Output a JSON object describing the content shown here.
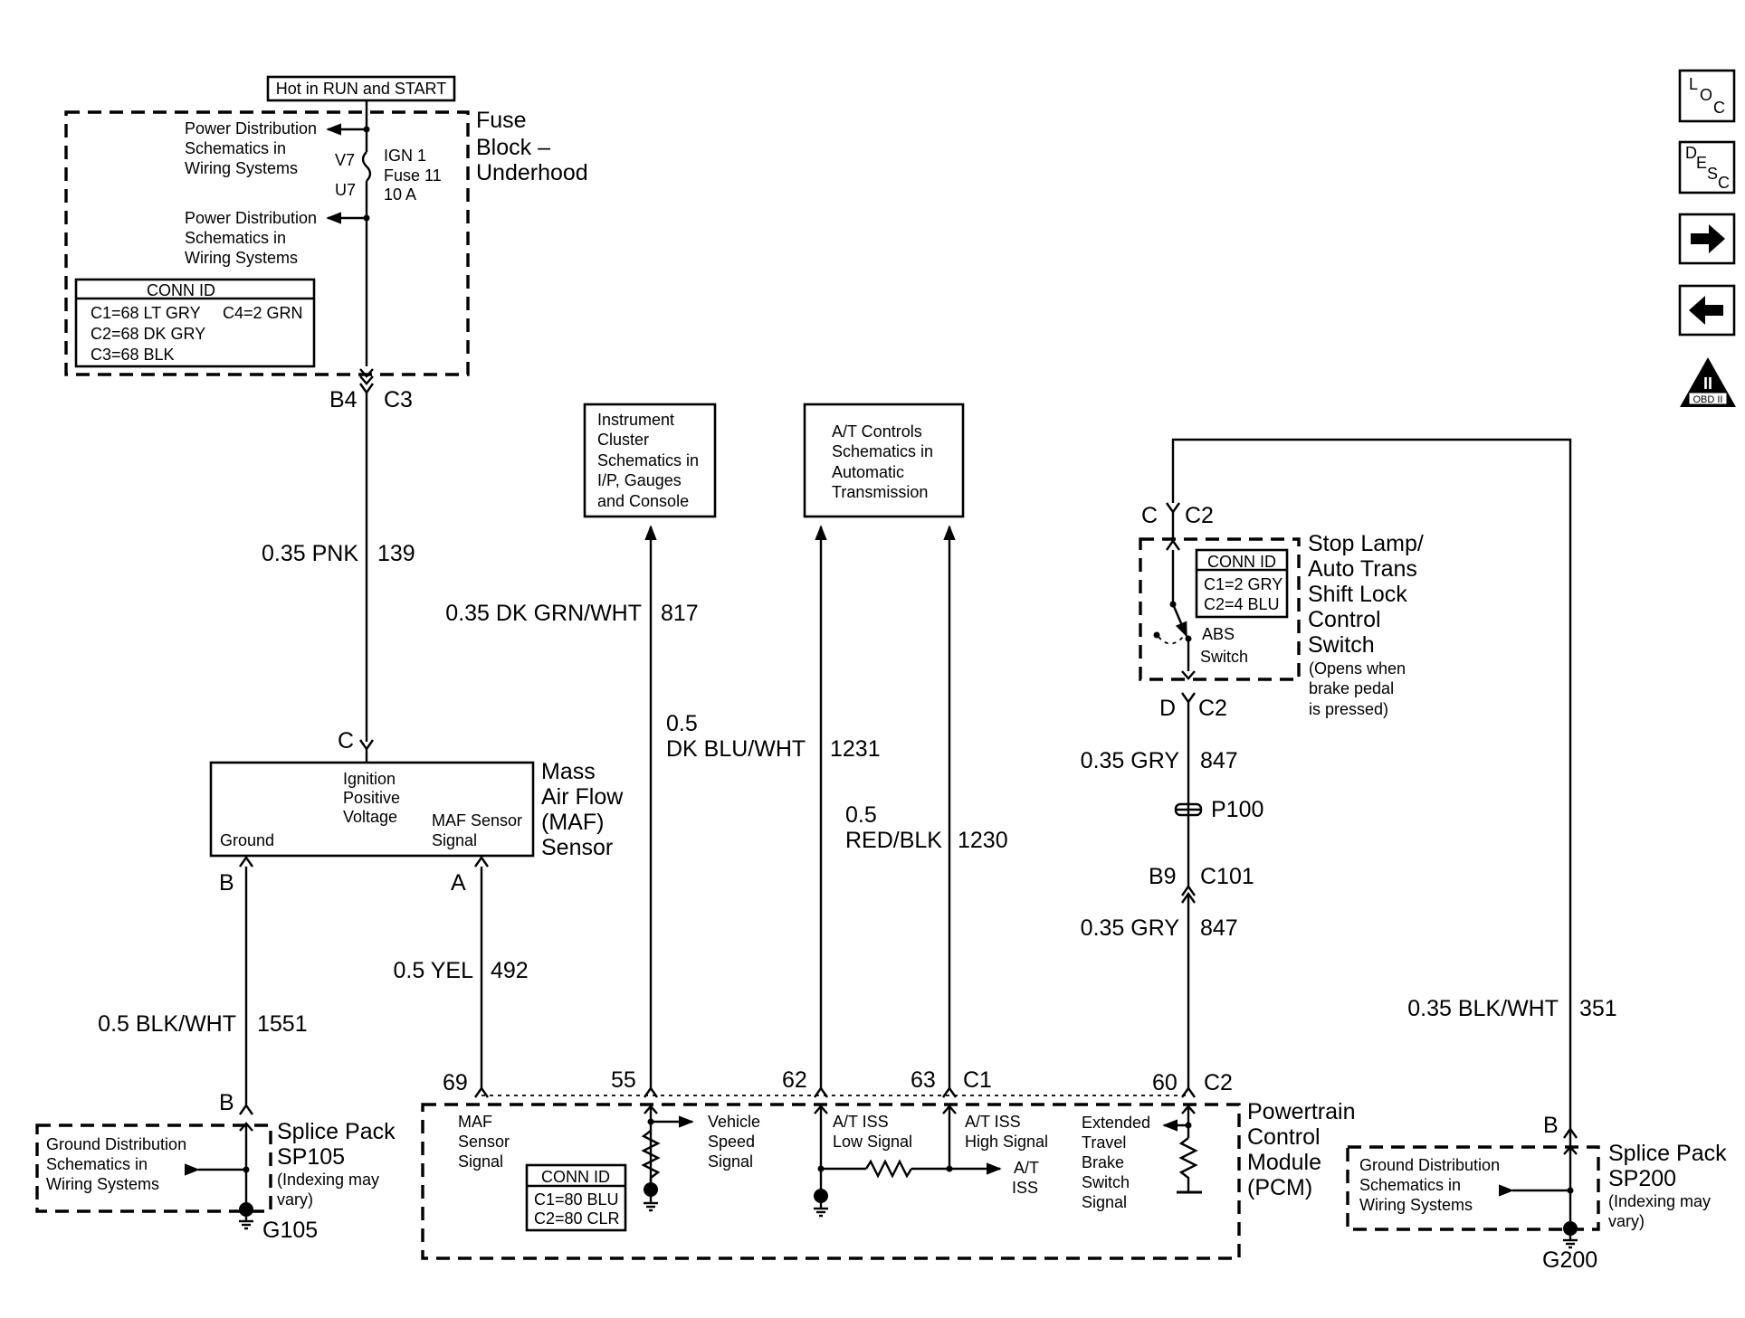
{
  "fuse_block": {
    "hot_label": "Hot in RUN and START",
    "title": [
      "Fuse",
      "Block –",
      "Underhood"
    ],
    "power_dist": [
      "Power Distribution",
      "Schematics in",
      "Wiring Systems"
    ],
    "fuse_top": "V7",
    "fuse_bottom": "U7",
    "fuse_label": [
      "IGN 1",
      "Fuse 11",
      "10 A"
    ],
    "conn_id_title": "CONN ID",
    "conn": [
      "C1=68 LT GRY",
      "C4=2 GRN",
      "C2=68 DK GRY",
      "C3=68 BLK"
    ],
    "out_pin": "B4",
    "out_conn": "C3"
  },
  "wire_139": {
    "gauge": "0.35 PNK",
    "circuit": "139"
  },
  "maf": {
    "pin_c": "C",
    "title": [
      "Mass",
      "Air Flow",
      "(MAF)",
      "Sensor"
    ],
    "ign_label": [
      "Ignition",
      "Positive",
      "Voltage"
    ],
    "ground_label": "Ground",
    "signal_label": [
      "MAF Sensor",
      "Signal"
    ],
    "pin_b": "B",
    "pin_a": "A"
  },
  "wire_1551": {
    "gauge": "0.5 BLK/WHT",
    "circuit": "1551"
  },
  "wire_492": {
    "gauge": "0.5 YEL",
    "circuit": "492"
  },
  "instrument_cluster": [
    "Instrument",
    "Cluster",
    "Schematics in",
    "I/P, Gauges",
    "and Console"
  ],
  "wire_817": {
    "gauge": "0.35 DK GRN/WHT",
    "circuit": "817"
  },
  "at_controls": [
    "A/T Controls",
    "Schematics in",
    "Automatic",
    "Transmission"
  ],
  "wire_1231": {
    "gauge_1": "0.5",
    "gauge_2": "DK BLU/WHT",
    "circuit": "1231"
  },
  "wire_1230": {
    "gauge_1": "0.5",
    "gauge_2": "RED/BLK",
    "circuit": "1230"
  },
  "stop_lamp": {
    "pin_top": "C",
    "conn_top": "C2",
    "title": [
      "Stop Lamp/",
      "Auto Trans",
      "Shift Lock",
      "Control",
      "Switch"
    ],
    "note": [
      "(Opens when",
      "brake pedal",
      "is pressed)"
    ],
    "conn_id_title": "CONN ID",
    "conn": [
      "C1=2 GRY",
      "C2=4 BLU"
    ],
    "abs_label": [
      "ABS",
      "Switch"
    ],
    "pin_bottom": "D",
    "conn_bottom": "C2"
  },
  "wire_847_a": {
    "gauge": "0.35 GRY",
    "circuit": "847"
  },
  "p100": "P100",
  "c101": {
    "pin": "B9",
    "conn": "C101"
  },
  "wire_847_b": {
    "gauge": "0.35 GRY",
    "circuit": "847"
  },
  "wire_351": {
    "gauge": "0.35 BLK/WHT",
    "circuit": "351"
  },
  "pcm": {
    "pins": {
      "p69": "69",
      "p55": "55",
      "p62": "62",
      "p63": "63",
      "c1": "C1",
      "p60": "60",
      "c2": "C2"
    },
    "title": [
      "Powertrain",
      "Control",
      "Module",
      "(PCM)"
    ],
    "maf_signal": [
      "MAF",
      "Sensor",
      "Signal"
    ],
    "conn_id_title": "CONN ID",
    "conn": [
      "C1=80 BLU",
      "C2=80 CLR"
    ],
    "vss": [
      "Vehicle",
      "Speed",
      "Signal"
    ],
    "iss_low": [
      "A/T ISS",
      "Low Signal"
    ],
    "iss_high": [
      "A/T ISS",
      "High Signal"
    ],
    "at_iss": [
      "A/T",
      "ISS"
    ],
    "brake_switch": [
      "Extended",
      "Travel",
      "Brake",
      "Switch",
      "Signal"
    ]
  },
  "sp105": {
    "pin": "B",
    "ground_dist": [
      "Ground Distribution",
      "Schematics in",
      "Wiring Systems"
    ],
    "title": [
      "Splice Pack",
      "SP105"
    ],
    "note": [
      "(Indexing may",
      "vary)"
    ],
    "ground": "G105"
  },
  "sp200": {
    "pin": "B",
    "ground_dist": [
      "Ground Distribution",
      "Schematics in",
      "Wiring Systems"
    ],
    "title": [
      "Splice Pack",
      "SP200"
    ],
    "note": [
      "(Indexing may",
      "vary)"
    ],
    "ground": "G200"
  },
  "nav": {
    "loc": [
      "L",
      "O",
      "C"
    ],
    "desc": [
      "D",
      "E",
      "S",
      "C"
    ],
    "next": "→",
    "prev": "←",
    "obd_top": "II",
    "obd_bottom": "OBD II"
  }
}
